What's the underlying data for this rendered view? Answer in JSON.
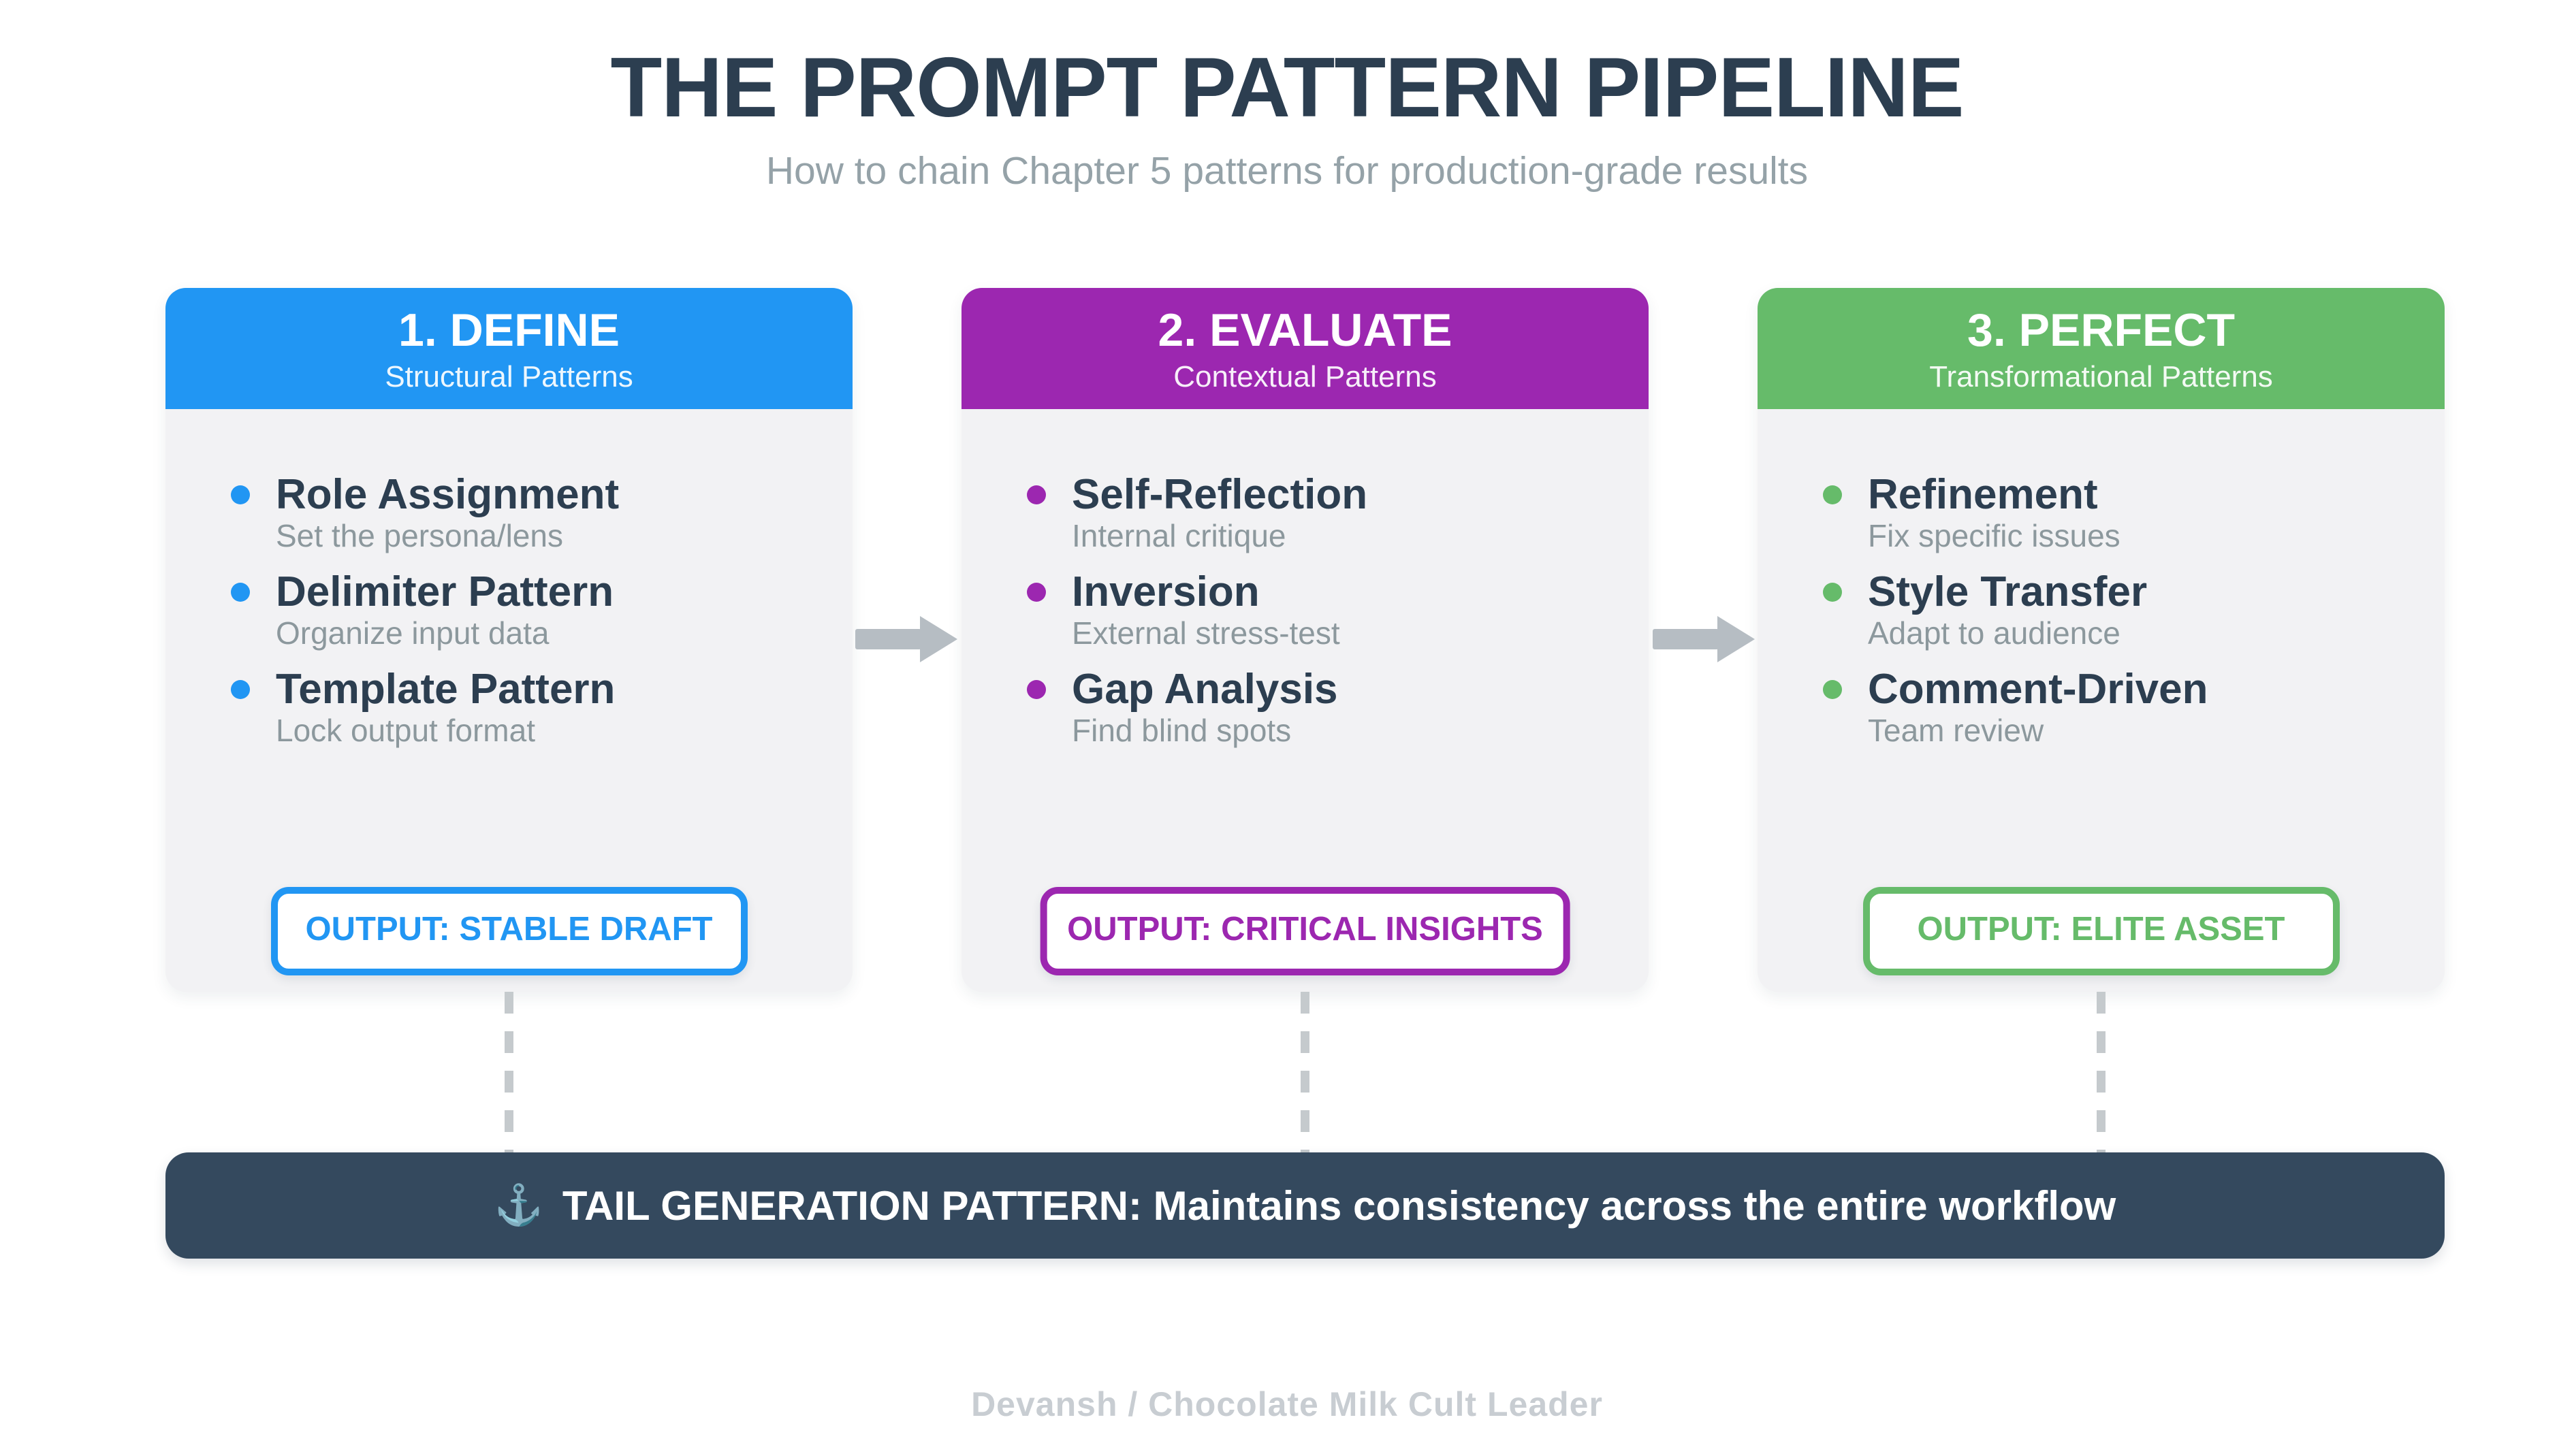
{
  "title": "THE PROMPT PATTERN PIPELINE",
  "subtitle": "How to chain Chapter 5 patterns for production-grade results",
  "colors": {
    "title_text": "#2c3e50",
    "subtitle_text": "#95a2a8",
    "card_background": "#f2f2f4",
    "define_accent": "#2196f3",
    "evaluate_accent": "#9c27b0",
    "perfect_accent": "#66bb6a",
    "arrow_gray": "#b6bdc3",
    "connector_gray": "#c5cacd",
    "tail_bar_background": "#34495e",
    "credit_text": "#c8cdd2"
  },
  "cards": [
    {
      "step_title": "1. DEFINE",
      "step_subtitle": "Structural Patterns",
      "items": [
        {
          "title": "Role Assignment",
          "desc": "Set the persona/lens"
        },
        {
          "title": "Delimiter Pattern",
          "desc": "Organize input data"
        },
        {
          "title": "Template Pattern",
          "desc": "Lock output format"
        }
      ],
      "output_label": "OUTPUT: STABLE DRAFT"
    },
    {
      "step_title": "2. EVALUATE",
      "step_subtitle": "Contextual Patterns",
      "items": [
        {
          "title": "Self-Reflection",
          "desc": "Internal critique"
        },
        {
          "title": "Inversion",
          "desc": "External stress-test"
        },
        {
          "title": "Gap Analysis",
          "desc": "Find blind spots"
        }
      ],
      "output_label": "OUTPUT: CRITICAL INSIGHTS"
    },
    {
      "step_title": "3. PERFECT",
      "step_subtitle": "Transformational Patterns",
      "items": [
        {
          "title": "Refinement",
          "desc": "Fix specific issues"
        },
        {
          "title": "Style Transfer",
          "desc": "Adapt to audience"
        },
        {
          "title": "Comment-Driven",
          "desc": "Team review"
        }
      ],
      "output_label": "OUTPUT: ELITE ASSET"
    }
  ],
  "tail_bar": {
    "icon_glyph": "⚓",
    "text": "TAIL GENERATION PATTERN: Maintains consistency across the entire workflow"
  },
  "credit": "Devansh / Chocolate Milk Cult Leader"
}
